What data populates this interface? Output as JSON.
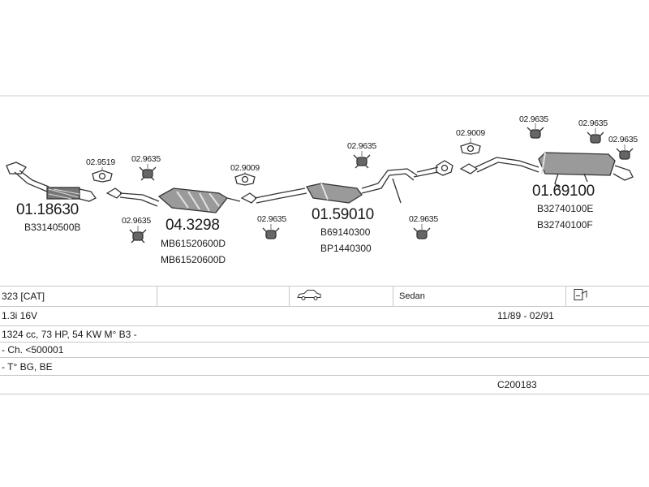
{
  "parts": {
    "front_pipe": {
      "code": "01.18630",
      "ref": "B33140500B"
    },
    "catalyst": {
      "code": "04.3298",
      "refs": [
        "MB61520600D",
        "MB61520600D"
      ]
    },
    "middle_silencer": {
      "code": "01.59010",
      "refs": [
        "B69140300",
        "BP1440300"
      ]
    },
    "rear_silencer": {
      "code": "01.69100",
      "refs": [
        "B32740100E",
        "B32740100F"
      ]
    }
  },
  "accessories": {
    "gasket_1": "02.9519",
    "mount_1": "02.9635",
    "mount_2": "02.9635",
    "gasket_2": "02.9009",
    "mount_3": "02.9635",
    "mount_4": "02.9635",
    "mount_5": "02.9635",
    "gasket_3": "02.9009",
    "mount_6": "02.9635",
    "mount_7": "02.9635",
    "mount_8": "02.9635"
  },
  "spec": {
    "model": "323  [CAT]",
    "body": "Sedan",
    "engine": "1.3i 16V",
    "period": "11/89 - 02/91",
    "power": "1324 cc, 73 HP, 54 KW M° B3 -",
    "chassis": "- Ch. <500001",
    "market": "- T° BG, BE",
    "catalog_code": "C200183"
  },
  "icons": {
    "car": "car-icon",
    "doc": "document-icon"
  }
}
